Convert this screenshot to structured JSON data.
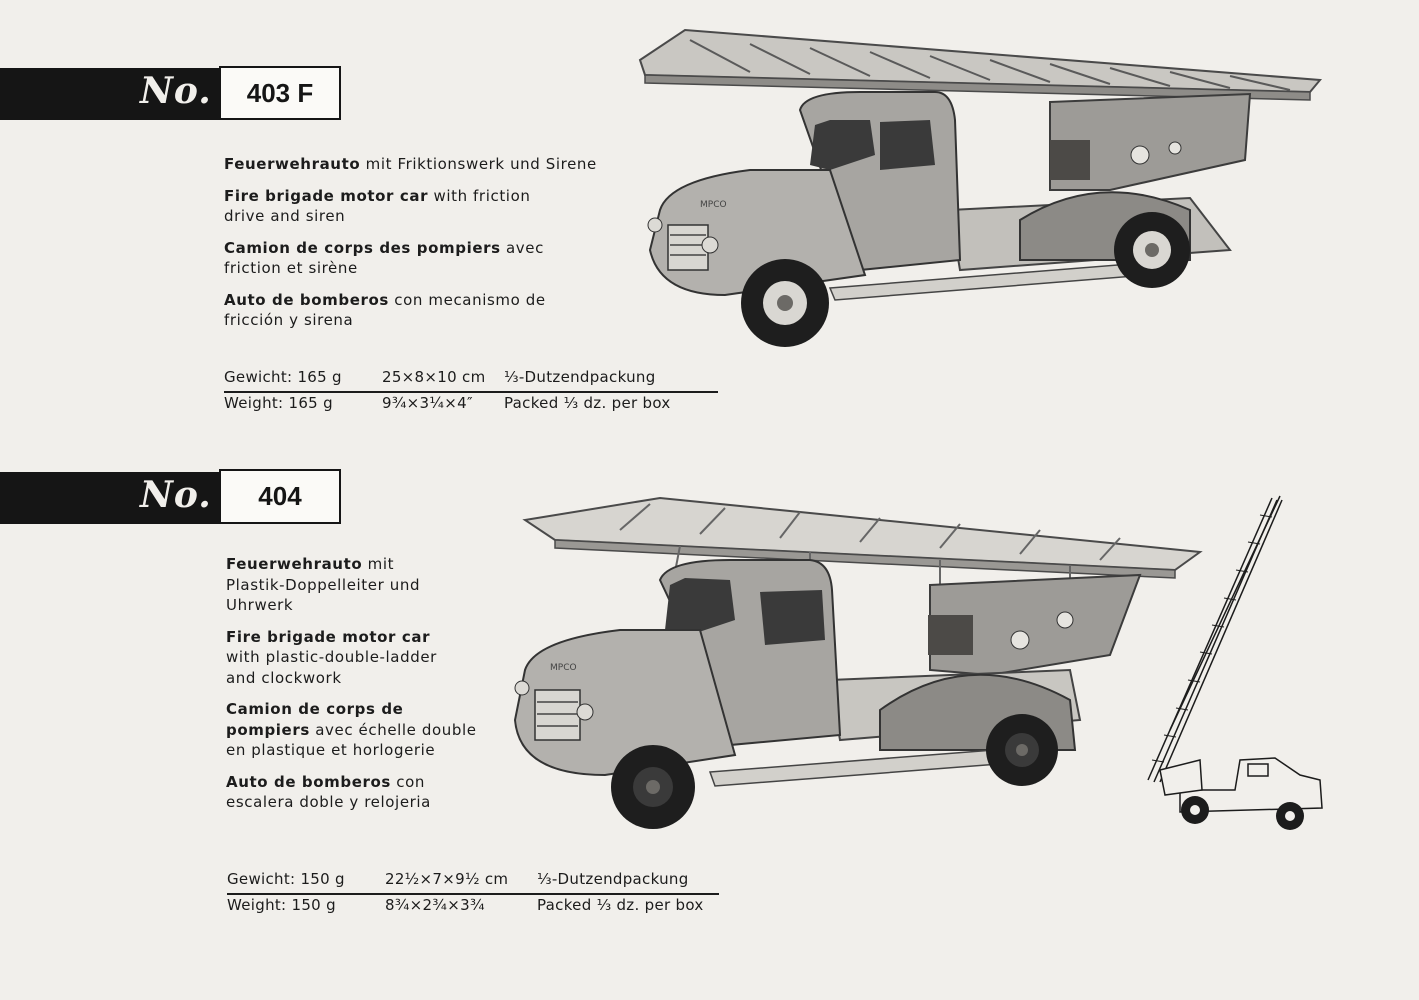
{
  "items": [
    {
      "no_label": "No.",
      "number": "403 F",
      "descriptions": [
        {
          "bold": "Feuerwehrauto",
          "rest": " mit Friktionswerk und Sirene"
        },
        {
          "bold": "Fire brigade motor car",
          "rest": " with friction drive and siren"
        },
        {
          "bold": "Camion de corps des pompiers",
          "rest": " avec friction et sirène"
        },
        {
          "bold": "Auto de bomberos",
          "rest": " con mecanismo de fricción y sirena"
        }
      ],
      "specs": [
        {
          "weight": "Gewicht: 165 g",
          "size": "25×8×10 cm",
          "packing": "⅓-Dutzendpackung"
        },
        {
          "weight": "Weight: 165 g",
          "size": "9¾×3¼×4″",
          "packing": "Packed ⅓ dz. per box"
        }
      ],
      "truck_grille_plate": "MPCO"
    },
    {
      "no_label": "No.",
      "number": "404",
      "descriptions": [
        {
          "bold": "Feuerwehrauto",
          "rest": " mit Plastik-Doppelleiter und Uhrwerk"
        },
        {
          "bold": "Fire brigade motor car",
          "rest": " with plastic-double-ladder and clockwork"
        },
        {
          "bold": "Camion de corps de pompiers",
          "rest": " avec échelle double en plastique et horlogerie"
        },
        {
          "bold": "Auto de bomberos",
          "rest": " con escalera doble y relojeria"
        }
      ],
      "specs": [
        {
          "weight": "Gewicht: 150 g",
          "size": "22½×7×9½ cm",
          "packing": "⅓-Dutzendpackung"
        },
        {
          "weight": "Weight: 150 g",
          "size": "8¾×2¾×3¾",
          "packing": "Packed ⅓ dz. per box"
        }
      ],
      "truck_grille_plate": "MPCO"
    }
  ]
}
